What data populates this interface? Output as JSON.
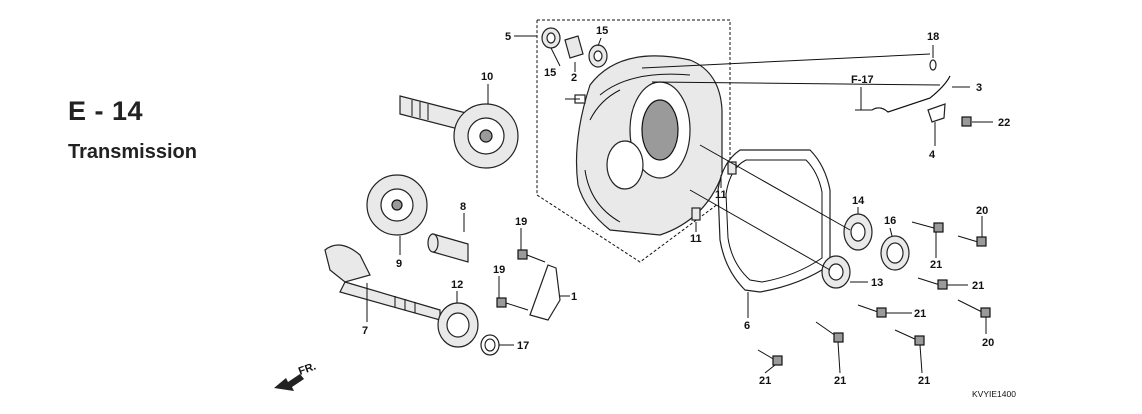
{
  "section": {
    "code": "E - 14",
    "name": "Transmission"
  },
  "callouts": {
    "c1": "1",
    "c2": "2",
    "c3": "3",
    "c4": "4",
    "c5": "5",
    "c6": "6",
    "c7": "7",
    "c8": "8",
    "c9": "9",
    "c10": "10",
    "c11a": "11",
    "c11b": "11",
    "c12": "12",
    "c13": "13",
    "c14": "14",
    "c15a": "15",
    "c15b": "15",
    "c16": "16",
    "c17": "17",
    "c18": "18",
    "c19a": "19",
    "c19b": "19",
    "c20a": "20",
    "c20b": "20",
    "c21a": "21",
    "c21b": "21",
    "c21c": "21",
    "c21d": "21",
    "c21e": "21",
    "c21f": "21",
    "c22": "22"
  },
  "ref_label": "F-17",
  "front_label": "FR.",
  "drawing_code": "KVYIE1400"
}
